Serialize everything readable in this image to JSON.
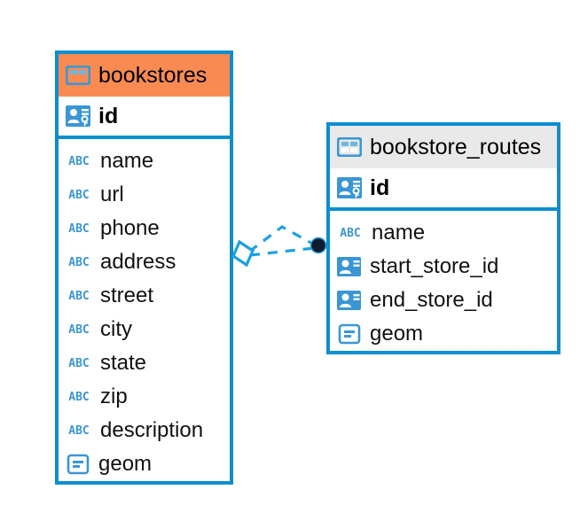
{
  "diagram": {
    "type": "entity-relationship-diagram",
    "background_color": "#ffffff",
    "accent_color": "#0d8ecf",
    "highlight_color": "#f98b52",
    "icon_color": "#3a96d4",
    "relationship_endpoint_color": "#111b2e"
  },
  "entities": [
    {
      "name": "bookstores",
      "header_style": "highlighted",
      "header_color": "#f98b52",
      "title_icon": "table-icon",
      "primary_key": {
        "label": "id",
        "icon": "primary-key-icon"
      },
      "fields": [
        {
          "label": "name",
          "icon": "text-type-icon"
        },
        {
          "label": "url",
          "icon": "text-type-icon"
        },
        {
          "label": "phone",
          "icon": "text-type-icon"
        },
        {
          "label": "address",
          "icon": "text-type-icon"
        },
        {
          "label": "street",
          "icon": "text-type-icon"
        },
        {
          "label": "city",
          "icon": "text-type-icon"
        },
        {
          "label": "state",
          "icon": "text-type-icon"
        },
        {
          "label": "zip",
          "icon": "text-type-icon"
        },
        {
          "label": "description",
          "icon": "text-type-icon"
        },
        {
          "label": "geom",
          "icon": "geometry-type-icon"
        }
      ]
    },
    {
      "name": "bookstore_routes",
      "header_style": "default",
      "header_color": "#e9e9e9",
      "title_icon": "table-icon",
      "primary_key": {
        "label": "id",
        "icon": "primary-key-icon"
      },
      "fields": [
        {
          "label": "name",
          "icon": "text-type-icon"
        },
        {
          "label": "start_store_id",
          "icon": "foreign-key-icon"
        },
        {
          "label": "end_store_id",
          "icon": "foreign-key-icon"
        },
        {
          "label": "geom",
          "icon": "geometry-type-icon"
        }
      ]
    }
  ],
  "relationships": [
    {
      "from_entity": "bookstore_routes",
      "from_field": "start_store_id",
      "to_entity": "bookstores",
      "to_field": "id",
      "line_style": "dashed",
      "source_marker": "filled-circle",
      "target_marker": "diamond"
    },
    {
      "from_entity": "bookstore_routes",
      "from_field": "end_store_id",
      "to_entity": "bookstores",
      "to_field": "id",
      "line_style": "dashed",
      "source_marker": "filled-circle",
      "target_marker": "diamond"
    }
  ],
  "icon_labels": {
    "text_type": "ABC"
  }
}
